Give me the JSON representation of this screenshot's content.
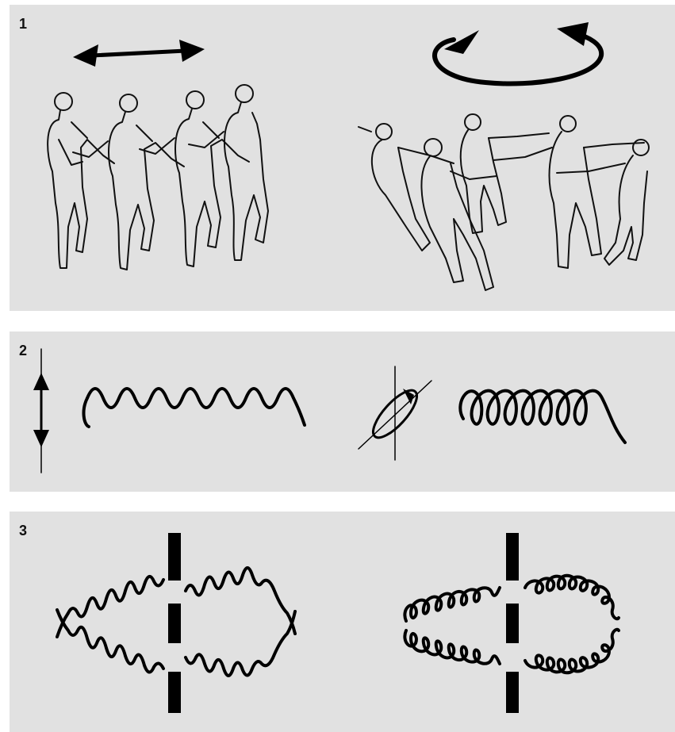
{
  "panels": [
    {
      "number": "1"
    },
    {
      "number": "2"
    },
    {
      "number": "3"
    }
  ],
  "icons": {
    "panel1_left": "double-headed-horizontal-arrow-icon",
    "panel1_right": "circular-rotation-arrow-icon",
    "panel2_left": "vertical-polarizer-icon",
    "panel2_right": "circular-polarizer-icon"
  },
  "colors": {
    "panel_background": "#e1e1e1",
    "ink": "#000000"
  }
}
